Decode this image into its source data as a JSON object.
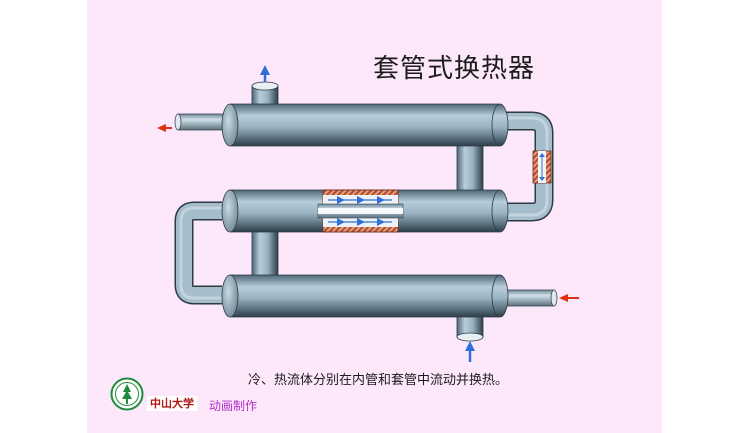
{
  "title": "套管式换热器",
  "caption": "冷、热流体分别在内管和套管中流动并换热。",
  "university": "中山大学",
  "production": "动画制作",
  "colors": {
    "background": "#fde8fb",
    "pipe": "#8aa6b6",
    "flow_arrow": "#2e6fd8",
    "hot_fluid_arrow": "#e03010",
    "cutaway_hatch": "#c25a38",
    "logo_green": "#1e8c3c"
  },
  "icons": [
    "outlet-up-arrow-icon",
    "outlet-left-arrow-icon",
    "inlet-left-arrow-icon",
    "inlet-up-arrow-icon",
    "university-logo-icon"
  ]
}
